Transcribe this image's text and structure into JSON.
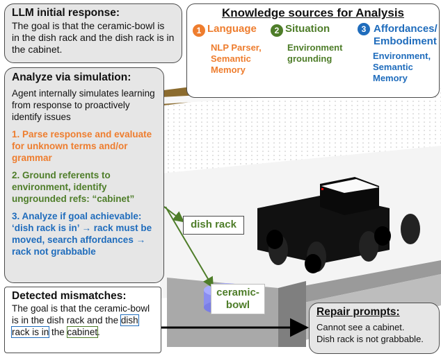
{
  "llm_box": {
    "title": "LLM initial response:",
    "text": "The goal is that the ceramic-bowl is in the dish rack and the dish rack is in the cabinet."
  },
  "knowledge": {
    "title": "Knowledge sources for Analysis",
    "sources": [
      {
        "num": "1",
        "name": "Language",
        "detail": "NLP Parser, Semantic Memory",
        "color": "#ee7d2e"
      },
      {
        "num": "2",
        "name": "Situation",
        "detail": "Environment grounding",
        "color": "#4e7d29"
      },
      {
        "num": "3",
        "name": "Affordances/ Embodiment",
        "detail": "Environment, Semantic Memory",
        "color": "#1f6cbc"
      }
    ]
  },
  "analyze": {
    "title": "Analyze via simulation:",
    "intro": "Agent internally simulates learning from response to proactively identify issues",
    "step1": "1. Parse response and evaluate for unknown terms and/or grammar",
    "step2": "2. Ground referents to environment, identify ungrounded refs: “cabinet”",
    "step3": "3. Analyze if goal achievable: ‘dish rack is in’ → rack must be moved, search affordances → rack not grabbable"
  },
  "detected": {
    "title": "Detected mismatches:",
    "text_a": "The goal is that the ceramic-bowl is in the dish rack and the",
    "text_b": "dish rack is in",
    "text_c": " the ",
    "text_d": "cabinet",
    "text_e": "."
  },
  "repair": {
    "title": "Repair prompts:",
    "line1": "Cannot see a cabinet.",
    "line2": "Dish rack is not grabbable."
  },
  "scene_labels": {
    "dish_rack": "dish rack",
    "bowl": "ceramic-bowl"
  },
  "colors": {
    "orange": "#ee7d2e",
    "green": "#4e7d29",
    "blue": "#1f6cbc",
    "box_fill": "#e6e6e6"
  }
}
